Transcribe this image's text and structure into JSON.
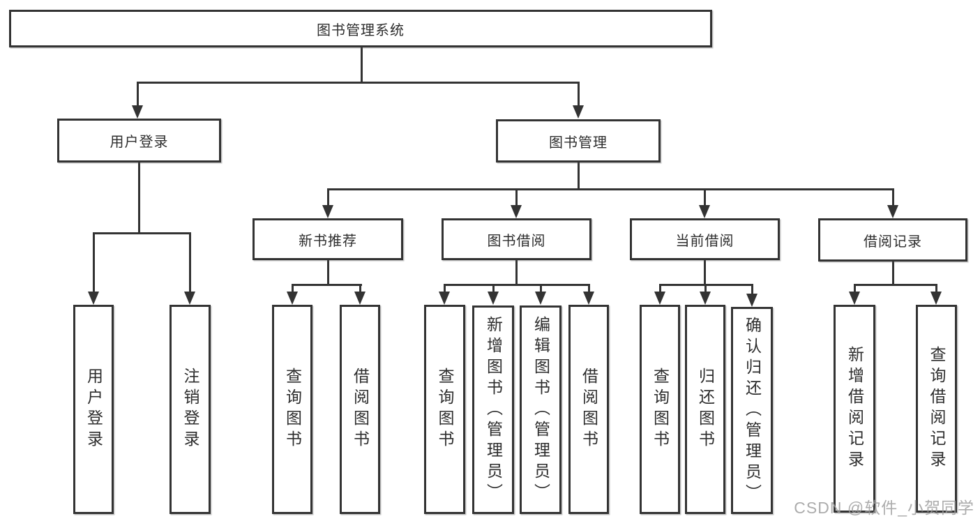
{
  "tree": {
    "root": "图书管理系统",
    "branches": [
      {
        "label": "用户登录",
        "leaves": [
          "用户登录",
          "注销登录"
        ]
      },
      {
        "label": "图书管理",
        "children": [
          {
            "label": "新书推荐",
            "leaves": [
              "查询图书",
              "借阅图书"
            ]
          },
          {
            "label": "图书借阅",
            "leaves": [
              "查询图书",
              "新增图书（管理员）",
              "编辑图书（管理员）",
              "借阅图书"
            ]
          },
          {
            "label": "当前借阅",
            "leaves": [
              "查询图书",
              "归还图书",
              "确认归还（管理员）"
            ]
          },
          {
            "label": "借阅记录",
            "leaves": [
              "新增借阅记录",
              "查询借阅记录"
            ]
          }
        ]
      }
    ]
  },
  "watermark": "CSDN @软件_小贺同学",
  "colors": {
    "line": "#333333",
    "text": "#2d2d2d",
    "background": "#ffffff",
    "watermark": "#9e9e9e"
  }
}
